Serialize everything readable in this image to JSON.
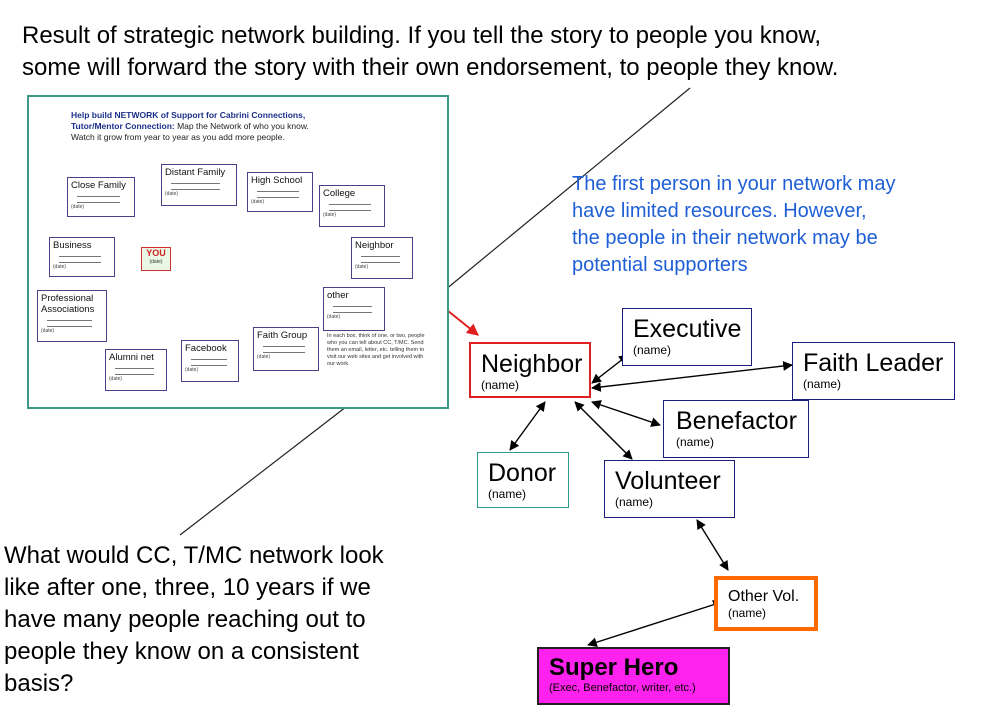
{
  "headline": {
    "line1": "Result of strategic network building. If you tell the story to people you know,",
    "line2": "some will forward the story with their own endorsement, to people they know."
  },
  "callout": {
    "line1": "The first person in your network may",
    "line2": "have limited resources. However,",
    "line3": "the people in their network may be",
    "line4": "potential supporters"
  },
  "question": {
    "line1": "What would CC, T/MC network look",
    "line2": "like after one, three, 10 years if we",
    "line3": "have many people reaching out to",
    "line4": "people they know on a consistent",
    "line5": "basis?"
  },
  "inset": {
    "title_line1": "Help build NETWORK of Support for Cabrini Connections,",
    "title_line2_bold": "Tutor/Mentor Connection:",
    "title_line2_rest": " Map the Network of who you know.",
    "title_line3": "Watch it grow from year to year as you add more people.",
    "you_label": "YOU",
    "date_label": "(date)",
    "boxes": {
      "close_family": "Close Family",
      "distant_family": "Distant Family",
      "high_school": "High School",
      "college": "College",
      "business": "Business",
      "neighbor": "Neighbor",
      "professional": "Professional Associations",
      "other": "other",
      "alumni": "Alumni net",
      "facebook": "Facebook",
      "faith_group": "Faith Group"
    },
    "note": "In each box, think of one, or two, people who you can tell about CC, T/MC. Send them an email, letter, etc. telling them to visit our web sites and get involved with our work."
  },
  "network": {
    "name_placeholder": "(name)",
    "neighbor": "Neighbor",
    "executive": "Executive",
    "faith_leader": "Faith Leader",
    "benefactor": "Benefactor",
    "donor": "Donor",
    "volunteer": "Volunteer",
    "other_vol": "Other Vol.",
    "super_hero": "Super Hero",
    "super_hero_sub": "(Exec, Benefactor, writer, etc.)"
  },
  "colors": {
    "navy_border": "#1c1c7a",
    "red_border": "#e02020",
    "teal_border": "#2a9a8a",
    "orange_border": "#ff6a00",
    "magenta_fill": "#ff22ee",
    "callout_text": "#1f5fd6",
    "inset_border": "#3a9a86"
  }
}
